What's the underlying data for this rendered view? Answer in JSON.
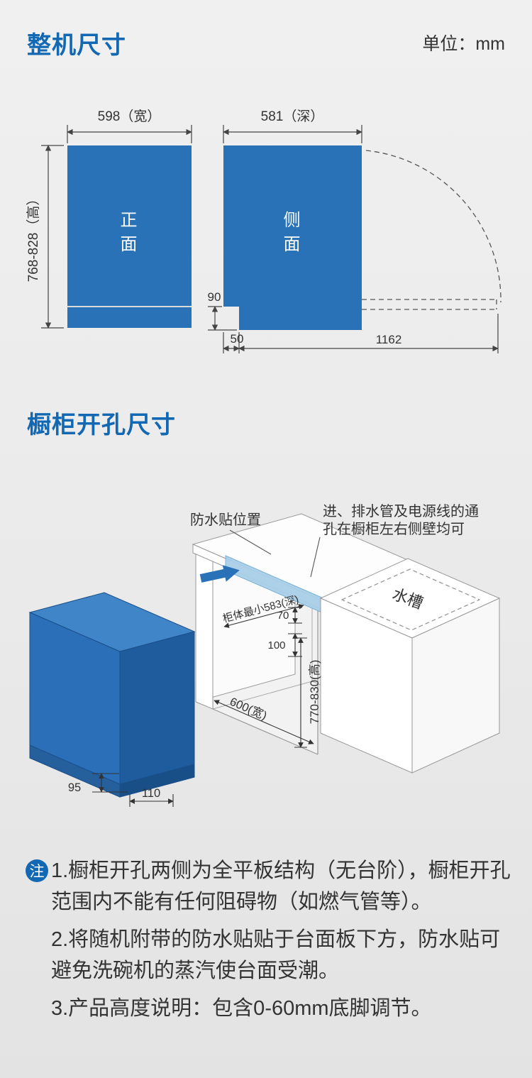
{
  "page": {
    "unit_label": "单位：mm"
  },
  "section1": {
    "title": "整机尺寸",
    "front": {
      "char1": "正",
      "char2": "面",
      "width_dim": "598（宽）",
      "height_dim": "768-828（高）"
    },
    "side": {
      "char1": "侧",
      "char2": "面",
      "depth_dim": "581（深）"
    },
    "dims": {
      "kick_height": "90",
      "kick_depth": "50",
      "open_depth": "1162"
    }
  },
  "section2": {
    "title": "橱柜开孔尺寸",
    "labels": {
      "waterproof": "防水贴位置",
      "pipes_line1": "进、排水管及电源线的通",
      "pipes_line2": "孔在橱柜左右侧壁均可",
      "sink": "水槽",
      "min_depth": "柜体最小583(深)",
      "top_gap": "70",
      "front_gap": "100",
      "opening_width": "600(宽)",
      "opening_height": "770-830(高)",
      "base_height": "95",
      "base_depth": "110"
    }
  },
  "notes": {
    "badge": "注",
    "items": [
      "1.橱柜开孔两侧为全平板结构（无台阶），橱柜开孔范围内不能有任何阻碍物（如燃气管等）。",
      "2.将随机附带的防水贴贴于台面板下方，防水贴可避免洗碗机的蒸汽使台面受潮。",
      "3.产品高度说明：包含0-60mm底脚调节。"
    ]
  }
}
